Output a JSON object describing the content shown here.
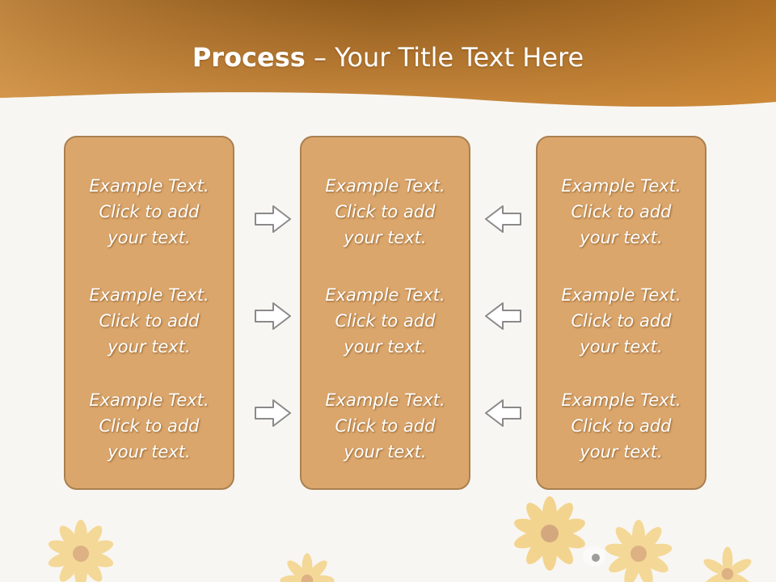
{
  "slide": {
    "title_bold": "Process",
    "title_rest": " – Your Title Text Here"
  },
  "colors": {
    "banner_dark": "#9c611e",
    "banner_light": "#d99545",
    "box_fill": "#dba66c",
    "box_border": "#a9804f",
    "background": "#f8f6f2"
  },
  "columns": [
    {
      "items": [
        "Example Text.\nClick  to add\nyour text.",
        "Example Text.\nClick  to add\nyour text.",
        "Example Text.\nClick  to add\nyour text."
      ]
    },
    {
      "items": [
        "Example Text.\nClick  to add\nyour text.",
        "Example Text.\nClick  to add\nyour text.",
        "Example Text.\nClick  to add\nyour text."
      ]
    },
    {
      "items": [
        "Example Text.\nClick  to add\nyour text.",
        "Example Text.\nClick  to add\nyour text.",
        "Example Text.\nClick  to add\nyour text."
      ]
    }
  ],
  "arrows": {
    "left_group": "right-arrow-icon",
    "right_group": "left-arrow-icon"
  }
}
